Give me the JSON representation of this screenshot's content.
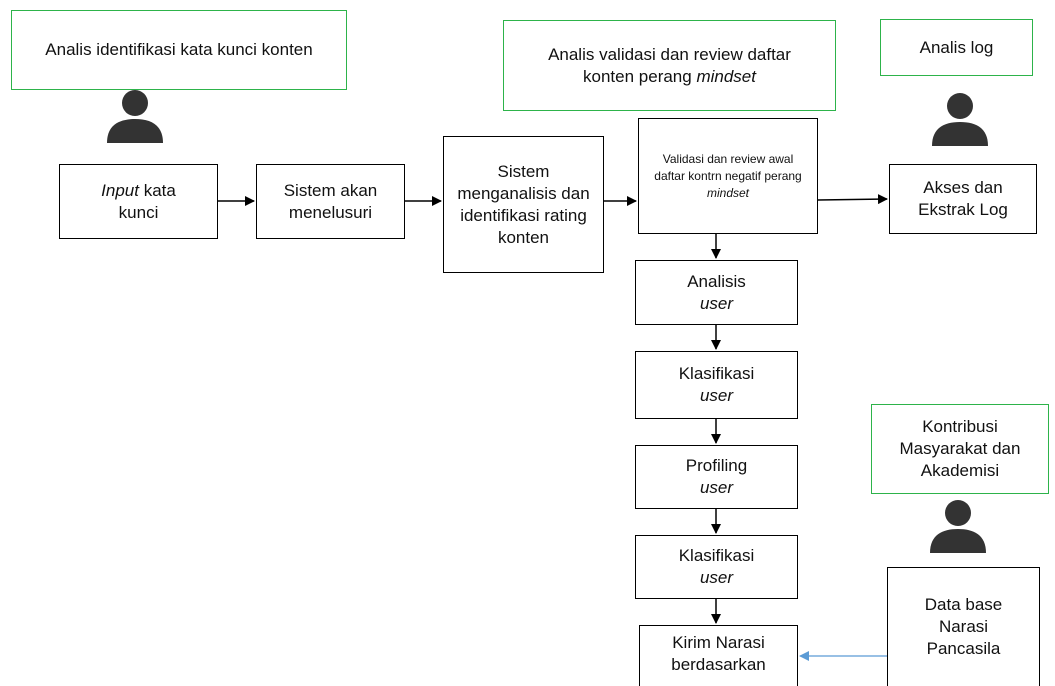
{
  "roles": {
    "keyword_analyst": {
      "label": "Analis identifikasi kata kunci konten"
    },
    "validation_analyst": {
      "label_pre": "Analis validasi dan review daftar konten perang ",
      "label_italic": "mindset"
    },
    "log_analyst": {
      "label": "Analis log"
    },
    "community": {
      "label": "Kontribusi Masyarakat dan Akademisi"
    }
  },
  "process": {
    "input_keyword": {
      "italic": "Input",
      "rest": " kata kunci"
    },
    "search": {
      "label": "Sistem akan menelusuri"
    },
    "analyze": {
      "label": "Sistem menganalisis dan identifikasi rating konten"
    },
    "validate": {
      "label_pre": "Validasi dan review awal daftar kontrn negatif perang",
      "label_italic": "mindset"
    },
    "log_access": {
      "label": "Akses dan Ekstrak Log"
    },
    "user_analysis": {
      "line1": "Analisis",
      "line2": "user"
    },
    "user_class_1": {
      "line1": "Klasifikasi",
      "line2": "user"
    },
    "profiling": {
      "line1": "Profiling",
      "line2": "user"
    },
    "user_class_2": {
      "line1": "Klasifikasi",
      "line2": "user"
    },
    "send_narrative": {
      "label": "Kirim Narasi berdasarkan"
    },
    "database": {
      "label": "Data base Narasi Pancasila"
    }
  },
  "colors": {
    "role_border": "#2db34a",
    "connector": "#000000",
    "db_connector": "#5b9bd5",
    "person_icon": "#333333"
  },
  "icons": {
    "person": "person-icon"
  }
}
